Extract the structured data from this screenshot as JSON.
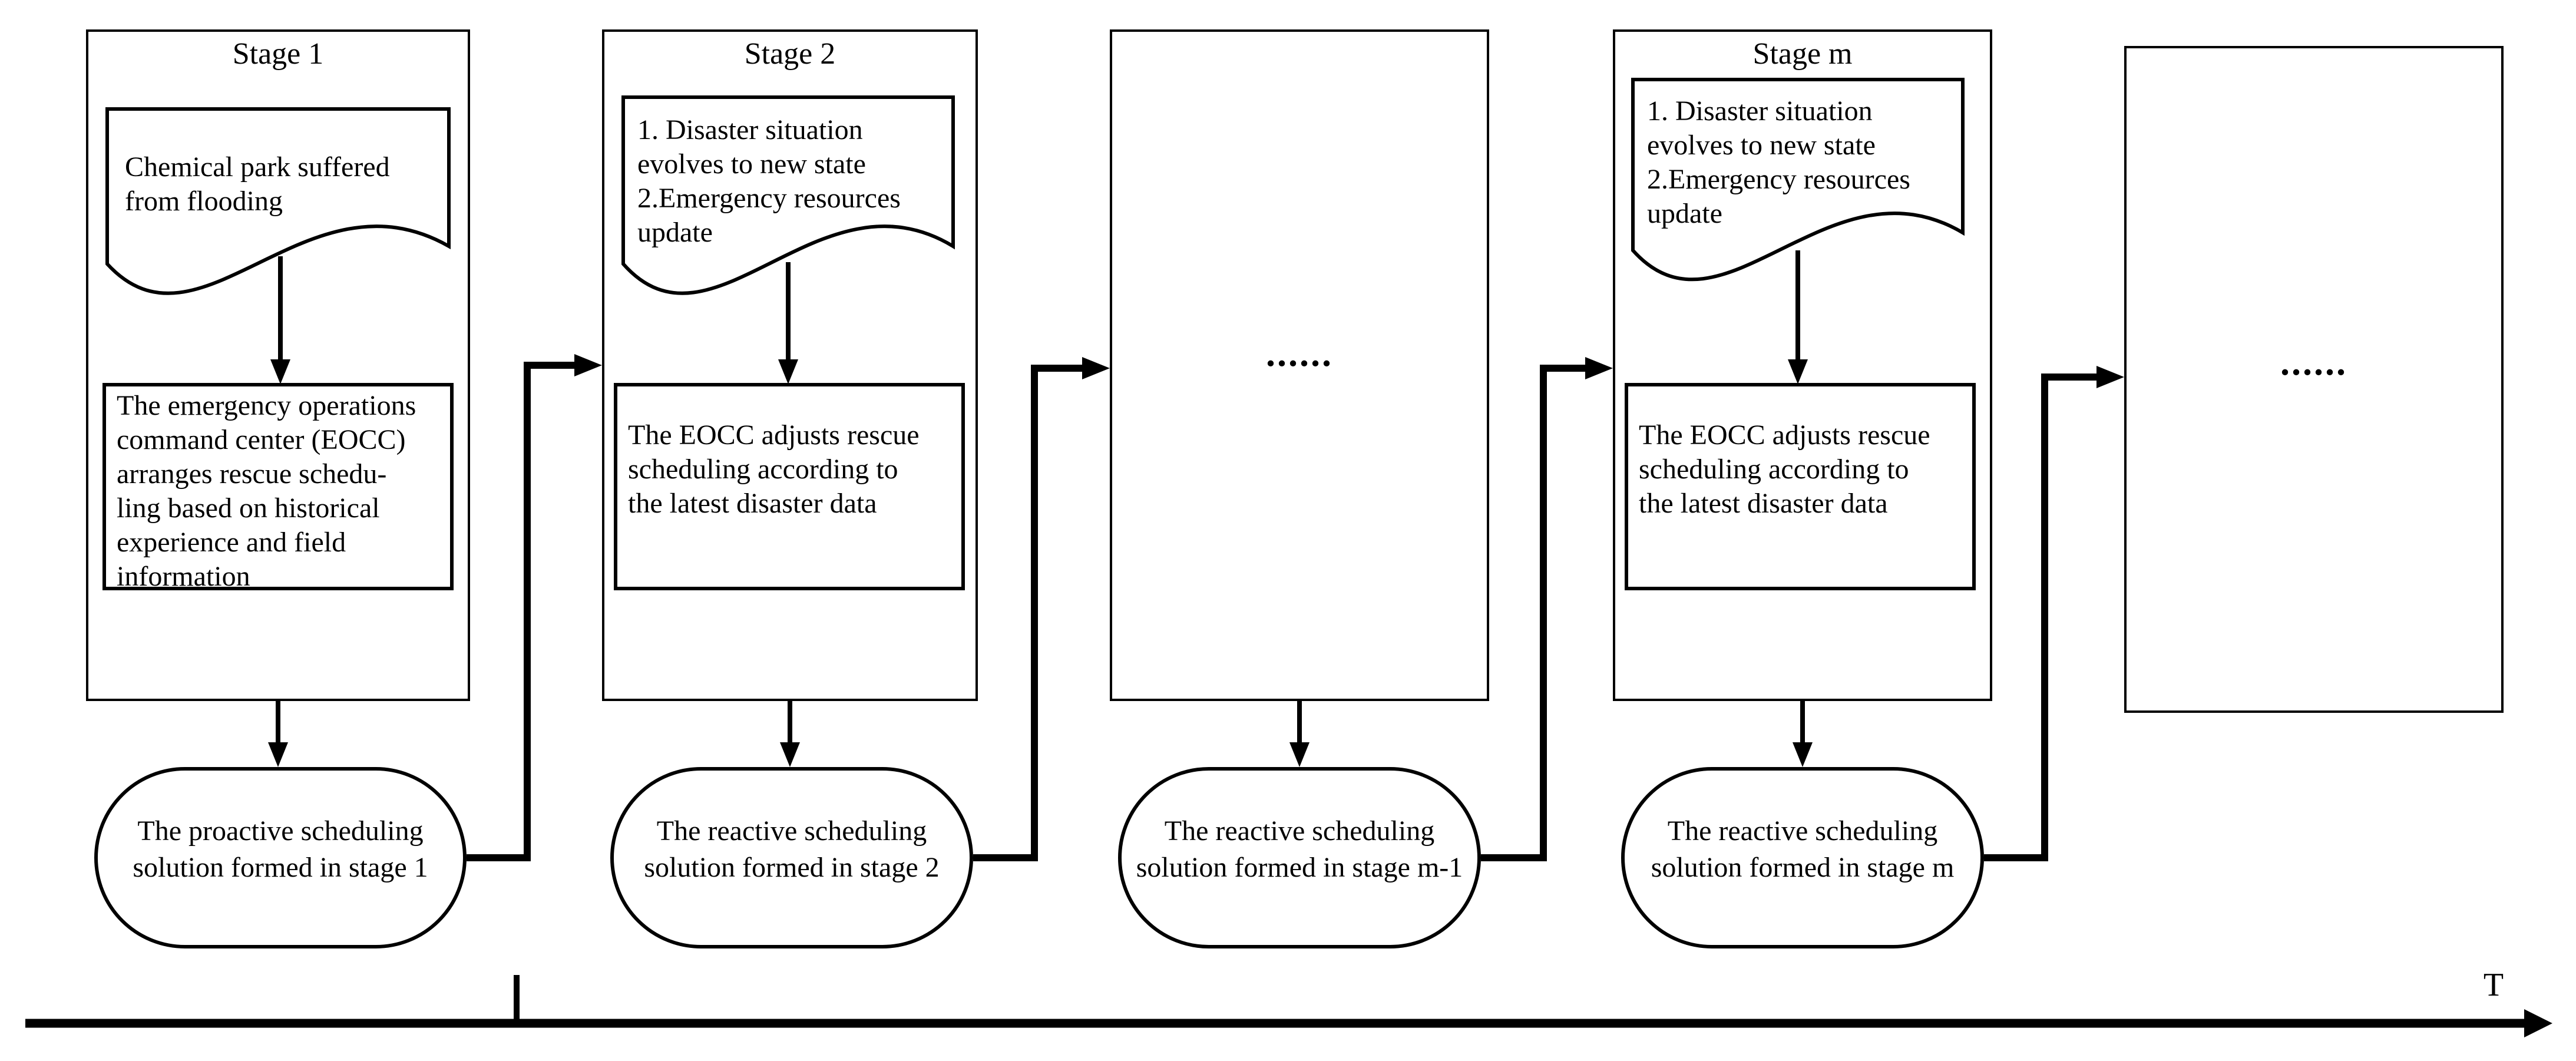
{
  "colors": {
    "ink": "#000000",
    "background": "#ffffff"
  },
  "stages": [
    {
      "title": "Stage 1",
      "document": "Chemical park suffered\nfrom flooding",
      "process": "The emergency operations\ncommand center (EOCC)\narranges rescue schedu-\nling based on historical\nexperience and field\ninformation",
      "result": "The proactive scheduling\nsolution formed in stage 1"
    },
    {
      "title": "Stage 2",
      "document": "1. Disaster situation\nevolves to new state\n2.Emergency resources\nupdate",
      "process": "The EOCC adjusts rescue\nscheduling according to\nthe latest disaster data",
      "result": "The reactive scheduling\nsolution formed in stage 2"
    },
    {
      "ellipsis": "......",
      "result": "The reactive scheduling\nsolution formed in stage m-1"
    },
    {
      "title": "Stage m",
      "document": "1. Disaster situation\nevolves to new state\n2.Emergency resources\nupdate",
      "process": "The EOCC adjusts rescue\nscheduling according to\nthe latest disaster data",
      "result": "The reactive scheduling\nsolution formed in stage m"
    },
    {
      "ellipsis": "......"
    }
  ],
  "timeline": {
    "label": "T"
  }
}
